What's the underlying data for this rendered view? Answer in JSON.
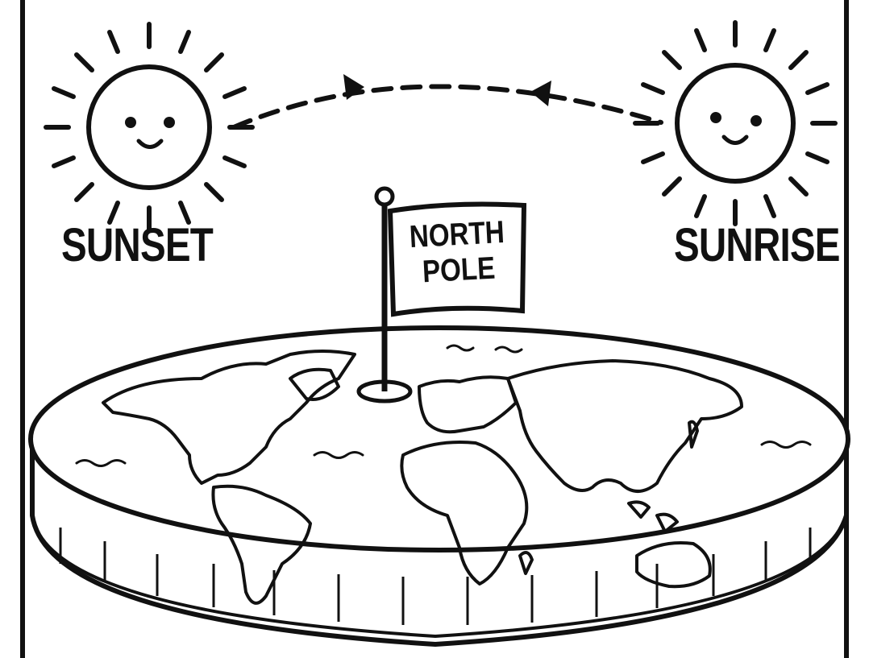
{
  "labels": {
    "sunset": "SUNSET",
    "sunrise": "SUNRISE",
    "flag_line1": "NORTH",
    "flag_line2": "POLE"
  },
  "colors": {
    "ink": "#111111",
    "background": "#ffffff"
  },
  "icons": [
    "sun-sunset-icon",
    "sun-sunrise-icon",
    "flag-icon",
    "arrow-icon"
  ]
}
